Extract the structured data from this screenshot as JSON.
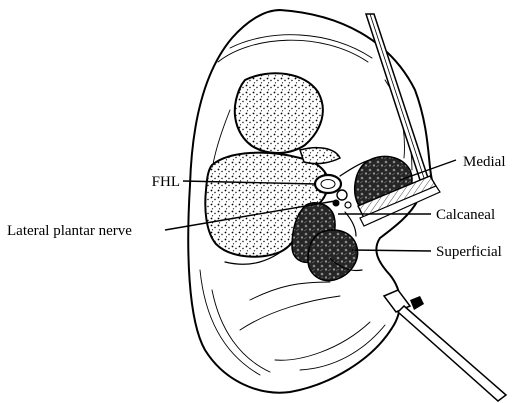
{
  "labels": {
    "fhl": "FHL",
    "lateral_plantar_nerve": "Lateral plantar nerve",
    "medial": "Medial",
    "calcaneal": "Calcaneal",
    "superficial": "Superficial"
  },
  "colors": {
    "ink": "#000000",
    "paper": "#ffffff",
    "muscle": "#2b2b2b"
  }
}
